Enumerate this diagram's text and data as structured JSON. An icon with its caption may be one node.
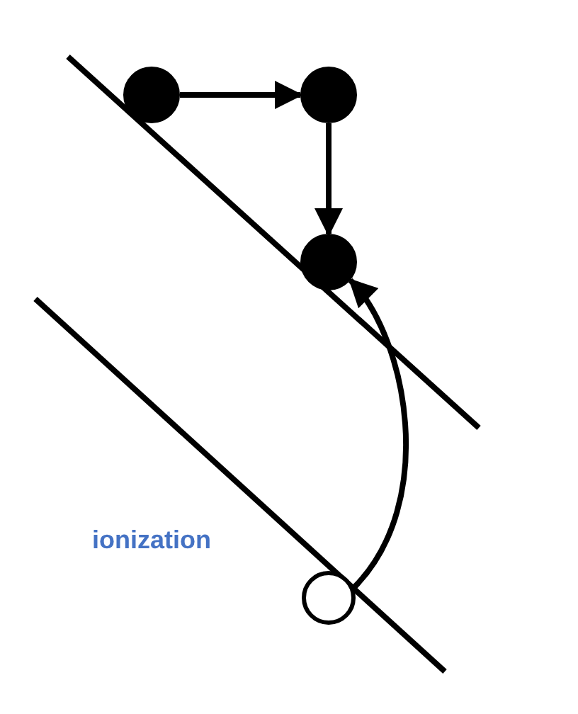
{
  "diagram": {
    "nodes": [
      {
        "text": [],
        "shape": "circle"
      },
      {
        "text": [],
        "shape": "circle"
      },
      {
        "text": [],
        "shape": "circle"
      },
      {
        "text": [],
        "shape": "circle"
      }
    ],
    "edges": [
      {
        "from": 0,
        "to": 1,
        "arrow": "to"
      },
      {
        "from": 1,
        "to": 2,
        "arrow": "to"
      },
      {
        "from": 3,
        "to": 2,
        "arrow": "to"
      }
    ],
    "labels": [
      "ionization"
    ]
  }
}
